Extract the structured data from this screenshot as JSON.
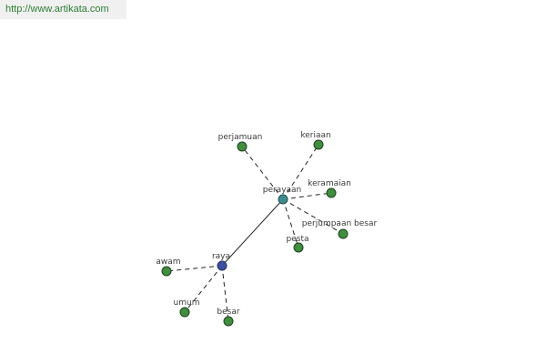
{
  "watermark": "http://www.artikata.com",
  "colors": {
    "root_node": "#3f4fa0",
    "hub_node": "#3d8b8b",
    "leaf_node": "#3f8f3f",
    "node_stroke": "#1f3f1f",
    "solid_edge": "#222222",
    "dashed_edge": "#222222"
  },
  "nodes": {
    "raya": "raya",
    "perayaan": "perayaan",
    "perjamuan": "perjamuan",
    "keriaan": "keriaan",
    "keramaian": "keramaian",
    "perjumpaan_besar": "perjumpaan besar",
    "pesta": "pesta",
    "awam": "awam",
    "umum": "umum",
    "besar": "besar"
  }
}
